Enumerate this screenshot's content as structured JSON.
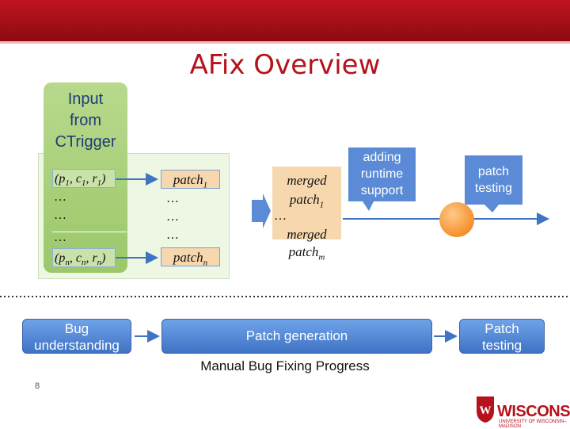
{
  "slide": {
    "title": "AFix Overview",
    "page_number": "8"
  },
  "input": {
    "label_line1": "Input",
    "label_line2": "from",
    "label_line3": "CTrigger",
    "tuple_first": {
      "p": "p",
      "p_sub": "1",
      "c": "c",
      "c_sub": "1",
      "r": "r",
      "r_sub": "1"
    },
    "dots1": "…",
    "dots2": "…",
    "dots3": "…",
    "tuple_last": {
      "p": "p",
      "p_sub": "n",
      "c": "c",
      "c_sub": "n",
      "r": "r",
      "r_sub": "n"
    }
  },
  "patches": {
    "first": {
      "name": "patch",
      "sub": "1"
    },
    "dots1": "…",
    "dots2": "…",
    "dots3": "…",
    "last": {
      "name": "patch",
      "sub": "n"
    }
  },
  "merged": {
    "first_line1": "merged",
    "first_name": "patch",
    "first_sub": "1",
    "dots": "…",
    "last_line1": "merged",
    "last_name": "patch",
    "last_sub": "m"
  },
  "callouts": {
    "runtime_line1": "adding",
    "runtime_line2": "runtime",
    "runtime_line3": "support",
    "testing_line1": "patch",
    "testing_line2": "testing"
  },
  "progress": {
    "bug_line1": "Bug",
    "bug_line2": "understanding",
    "generation": "Patch generation",
    "testing_line1": "Patch",
    "testing_line2": "testing",
    "caption": "Manual Bug Fixing Progress"
  },
  "logo": {
    "text": "WISCONSIN",
    "subtext": "UNIVERSITY OF WISCONSIN–MADISON"
  },
  "colors": {
    "brand_red": "#b5121b",
    "callout_blue": "#5b8bd6",
    "input_green": "#9cc86a",
    "patch_tan": "#f7d8ae"
  }
}
